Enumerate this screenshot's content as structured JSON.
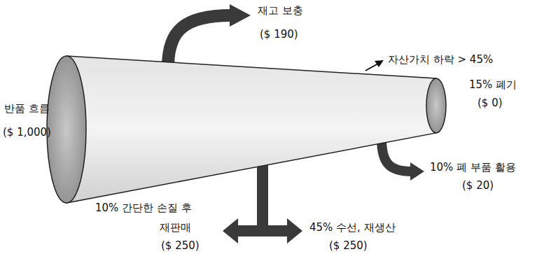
{
  "diagram": {
    "labels": [
      "재고 보충",
      "($ 190)",
      "자산가치 하락 > 45%",
      "반품 흐름",
      "($ 1,000)",
      "15% 폐기",
      "($ 0)",
      "10% 폐 부품 활용",
      "($ 20)",
      "10% 간단한 손질 후",
      "재판매",
      "($ 250)",
      "45% 수선, 재생산",
      "($ 250)"
    ]
  }
}
